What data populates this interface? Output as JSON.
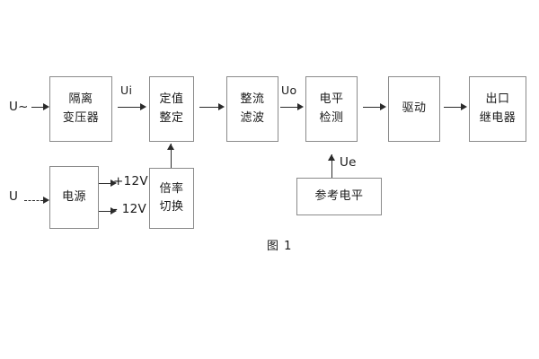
{
  "figure": {
    "caption": "图 1"
  },
  "inputs": {
    "ac_source_label": "U~",
    "dc_source_label": "U"
  },
  "signals": {
    "ui": "Ui",
    "uo": "Uo",
    "ue": "Ue"
  },
  "power_rails": {
    "positive": "+12V",
    "negative": "- 12V"
  },
  "blocks": [
    {
      "id": "isolation-transformer",
      "line1": "隔离",
      "line2": "变压器"
    },
    {
      "id": "setting-value",
      "line1": "定值",
      "line2": "整定"
    },
    {
      "id": "rectify-filter",
      "line1": "整流",
      "line2": "滤波"
    },
    {
      "id": "level-detection",
      "line1": "电平",
      "line2": "检测"
    },
    {
      "id": "drive",
      "line1": "驱动",
      "line2": ""
    },
    {
      "id": "output-relay",
      "line1": "出口",
      "line2": "继电器"
    },
    {
      "id": "power-supply",
      "line1": "电源",
      "line2": ""
    },
    {
      "id": "multiplier-switch",
      "line1": "倍率",
      "line2": "切换"
    },
    {
      "id": "reference-level",
      "line1": "参考电平",
      "line2": ""
    }
  ],
  "colors": {
    "background": "#ffffff",
    "block_border": "#8a8a8a",
    "arrow": "#2b2b2b",
    "text": "#1a1a1a"
  }
}
